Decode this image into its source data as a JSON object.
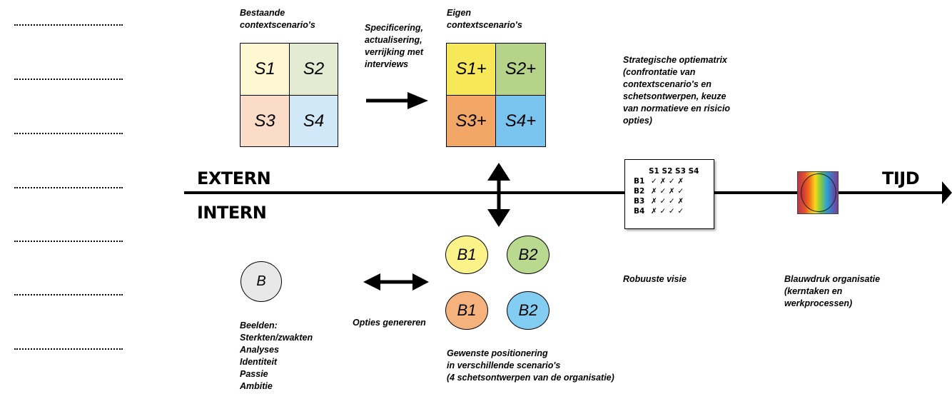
{
  "headings": {
    "extern": "EXTERN",
    "intern": "INTERN",
    "tijd": "TIJD"
  },
  "captions": {
    "bestaande": "Bestaande\ncontextscenario's",
    "specificering": "Specificering,\nactualisering,\nverrijking met\ninterviews",
    "eigen": "Eigen\ncontextscenario's",
    "strategische": "Strategische optiematrix\n(confrontatie van\ncontextscenario's en\nschetsontwerpen, keuze\nvan normatieve en risicio\nopties)",
    "robuuste": "Robuuste visie",
    "blauwdruk": "Blauwdruk organisatie\n(kerntaken en\nwerkprocessen)",
    "beelden": "Beelden:\nSterkten/zwakten\nAnalyses\nIdentiteit\nPassie\nAmbitie",
    "opties": "Opties genereren",
    "gewenste": "Gewenste positionering\nin verschillende scenario's\n(4 schetsontwerpen van de organisatie)"
  },
  "existing_scenarios": [
    {
      "label": "S1",
      "color": "#fdf8d2"
    },
    {
      "label": "S2",
      "color": "#e3ebd3"
    },
    {
      "label": "S3",
      "color": "#fbdcc8"
    },
    {
      "label": "S4",
      "color": "#d0e8f8"
    }
  ],
  "own_scenarios": [
    {
      "label": "S1+",
      "color": "#f7e85a"
    },
    {
      "label": "S2+",
      "color": "#b5d48a"
    },
    {
      "label": "S3+",
      "color": "#f3a766"
    },
    {
      "label": "S4+",
      "color": "#79c5ef"
    }
  ],
  "sketch_designs": [
    {
      "label": "B1",
      "color": "#fbf38a"
    },
    {
      "label": "B2",
      "color": "#b9d98e"
    },
    {
      "label": "B1",
      "color": "#f5b27c"
    },
    {
      "label": "B2",
      "color": "#84cdf2"
    }
  ],
  "image_circle": {
    "label": "B",
    "color": "#e8e8e8"
  },
  "matrix": {
    "header": "S1 S2 S3 S4",
    "rows": [
      {
        "label": "B1",
        "marks": "✓ ✗ ✓ ✗"
      },
      {
        "label": "B2",
        "marks": "✗ ✓ ✗ ✓"
      },
      {
        "label": "B3",
        "marks": "✗ ✓ ✓ ✗"
      },
      {
        "label": "B4",
        "marks": "✗ ✓ ✓ ✓"
      }
    ]
  }
}
